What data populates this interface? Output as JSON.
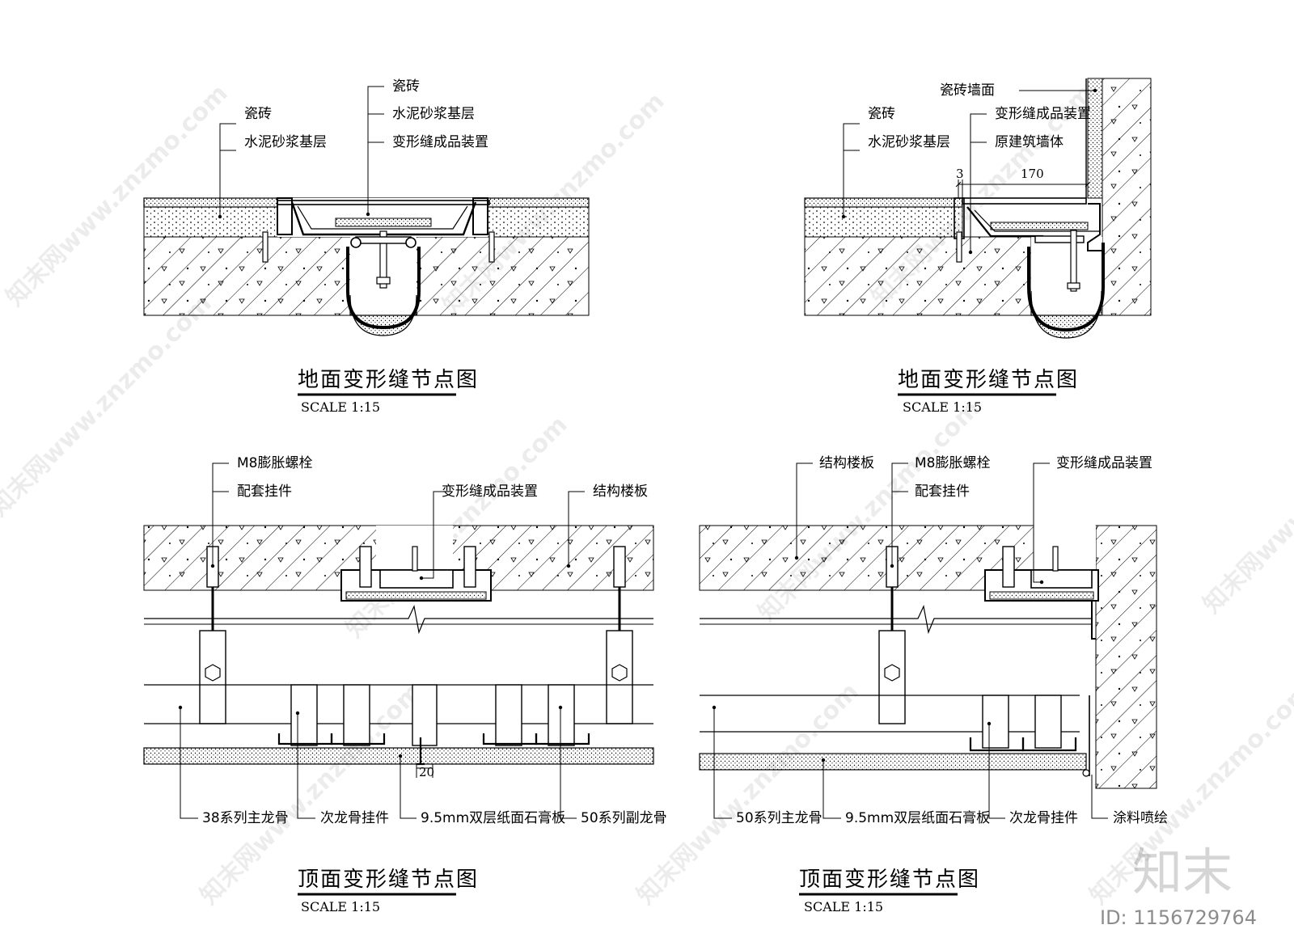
{
  "watermark": {
    "text": "知末网www.znzmo.com",
    "brand": "知末",
    "id": "ID: 1156729764"
  },
  "panels": {
    "floor_left": {
      "title": "地面变形缝节点图",
      "scale": "SCALE 1:15",
      "labels": [
        "瓷砖",
        "水泥砂浆基层",
        "瓷砖",
        "水泥砂浆基层",
        "变形缝成品装置"
      ]
    },
    "floor_right": {
      "title": "地面变形缝节点图",
      "scale": "SCALE 1:15",
      "labels": [
        "瓷砖",
        "水泥砂浆基层",
        "瓷砖墙面",
        "变形缝成品装置",
        "原建筑墙体"
      ],
      "dims": [
        "3",
        "170"
      ]
    },
    "ceiling_left": {
      "title": "顶面变形缝节点图",
      "scale": "SCALE 1:15",
      "labels_top": [
        "M8膨胀螺栓",
        "配套挂件",
        "变形缝成品装置",
        "结构楼板"
      ],
      "labels_bottom": [
        "38系列主龙骨",
        "次龙骨挂件",
        "9.5mm双层纸面石膏板",
        "50系列副龙骨"
      ],
      "dims": [
        "20"
      ]
    },
    "ceiling_right": {
      "title": "顶面变形缝节点图",
      "scale": "SCALE 1:15",
      "labels_top": [
        "结构楼板",
        "M8膨胀螺栓",
        "配套挂件",
        "变形缝成品装置"
      ],
      "labels_bottom": [
        "50系列主龙骨",
        "9.5mm双层纸面石膏板",
        "次龙骨挂件",
        "涂料喷绘"
      ]
    }
  }
}
